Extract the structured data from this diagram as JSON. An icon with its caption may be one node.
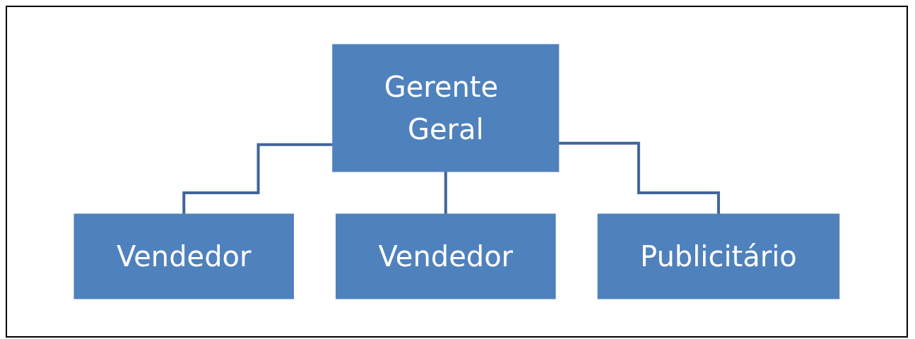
{
  "diagram": {
    "nodes": [
      {
        "text": [
          "Gerente Geral"
        ]
      },
      {
        "text": [
          "Vendedor"
        ]
      },
      {
        "text": [
          "Vendedor"
        ]
      },
      {
        "text": [
          "Publicitário"
        ]
      }
    ],
    "edges": [
      {
        "from": 0,
        "to": 1,
        "arrow": "none"
      },
      {
        "from": 0,
        "to": 2,
        "arrow": "none"
      },
      {
        "from": 0,
        "to": 3,
        "arrow": "none"
      }
    ]
  }
}
